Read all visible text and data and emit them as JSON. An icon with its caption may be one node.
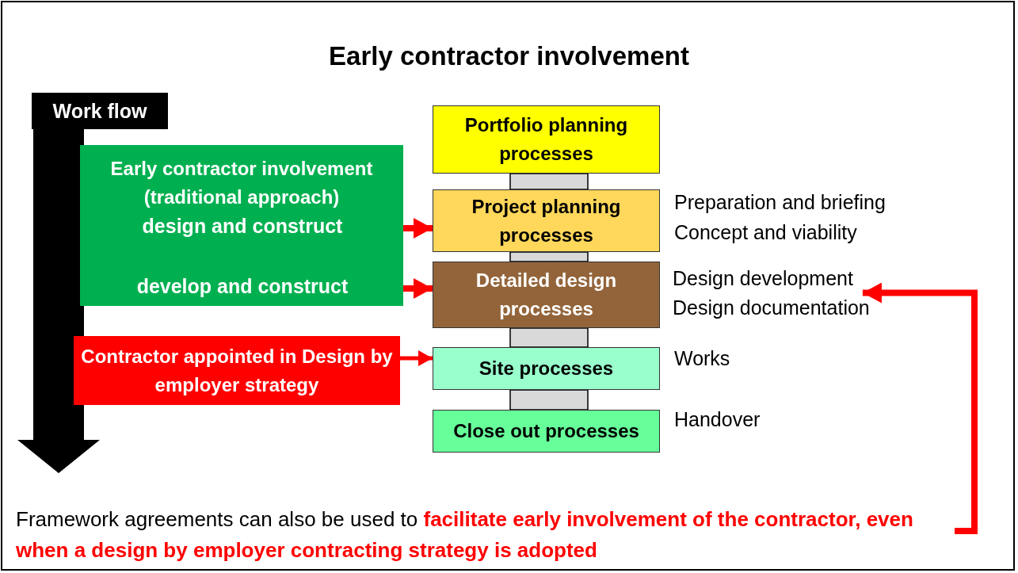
{
  "diagram": {
    "title": "Early contractor involvement",
    "nodes": [
      {
        "text": [
          "Early contractor involvement (traditional approach)"
        ]
      },
      {
        "text": [
          "design and construct"
        ],
        "in": 0
      },
      {
        "text": [
          "develop and construct"
        ],
        "in": 0
      },
      {
        "text": [
          "Contractor appointed in Design by employer strategy"
        ]
      },
      {
        "text": [
          "Portfolio planning processes"
        ]
      },
      {
        "text": [
          "Project planning processes"
        ],
        "beside": [
          "Preparation and briefing",
          "Concept and viability"
        ]
      },
      {
        "text": [
          "Detailed design processes"
        ]
      },
      {
        "text": [
          "Site processes"
        ],
        "beside": [
          "Works"
        ]
      },
      {
        "text": [
          "Close out processes"
        ],
        "beside": [
          "Handover"
        ]
      },
      {
        "text": [
          "Design development",
          "Design documentation"
        ]
      },
      {
        "text": [
          "Framework agreements can also be used to **facilitate early involvement of the contractor, even when a design by employer contracting strategy is adopted**"
        ]
      }
    ],
    "edges": [
      {
        "from": 1,
        "to": 5,
        "arrow": "to",
        "color": "#ff0000"
      },
      {
        "from": 2,
        "to": 6,
        "arrow": "to",
        "color": "#ff0000"
      },
      {
        "from": 3,
        "to": 7,
        "arrow": "to",
        "color": "#ff0000"
      },
      {
        "from": 4,
        "to": 5,
        "arrow": "none",
        "style": "thick"
      },
      {
        "from": 5,
        "to": 6,
        "arrow": "none",
        "style": "thick"
      },
      {
        "from": 6,
        "to": 7,
        "arrow": "none",
        "style": "thick"
      },
      {
        "from": 7,
        "to": 8,
        "arrow": "none",
        "style": "thick"
      },
      {
        "from": 10,
        "to": 9,
        "arrow": "to",
        "color": "#ff0000"
      }
    ],
    "labels": [
      "Work flow"
    ]
  }
}
